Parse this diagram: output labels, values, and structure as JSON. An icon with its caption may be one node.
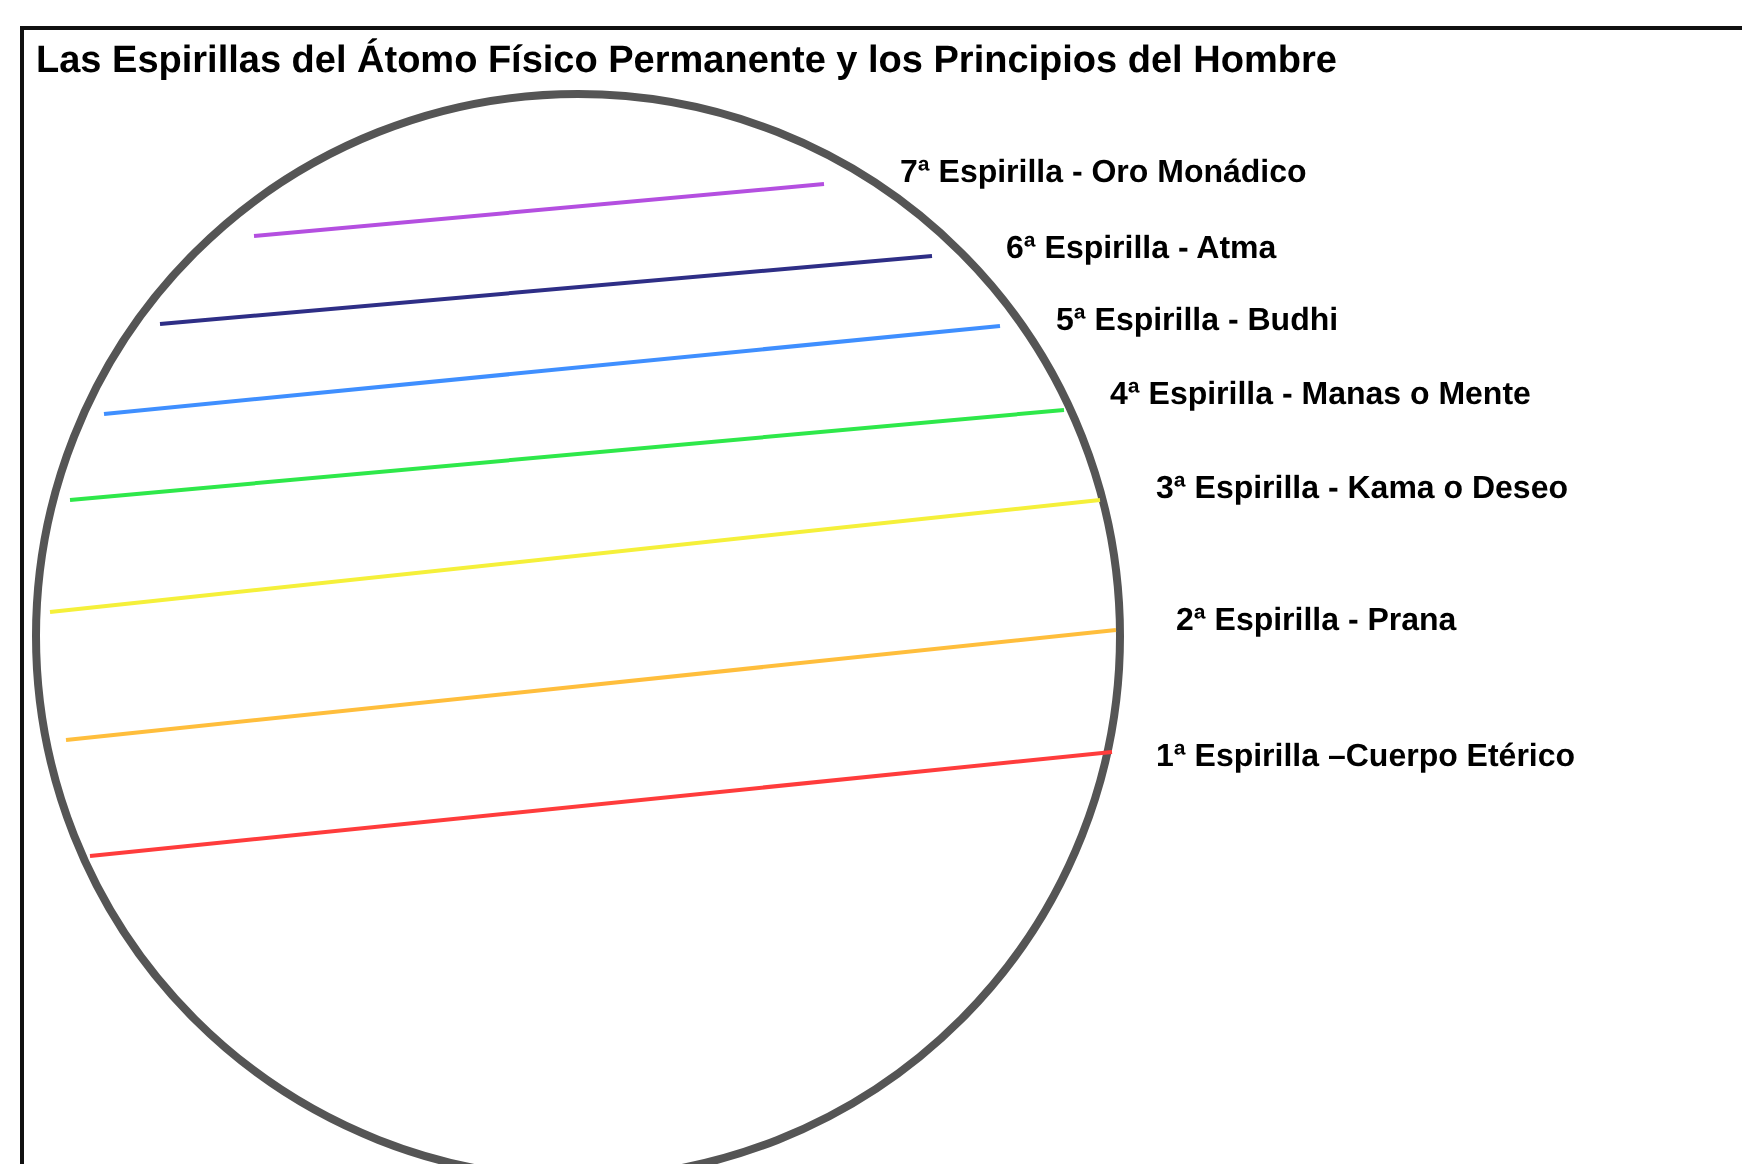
{
  "diagram": {
    "title": "Las Espirillas del Átomo Físico Permanente y los Principios del Hombre",
    "labels": [
      "7ª Espirilla - Oro Monádico",
      "6ª Espirilla - Atma",
      "5ª Espirilla - Budhi",
      "4ª Espirilla - Manas o Mente",
      "3ª Espirilla - Kama o Deseo",
      "2ª Espirilla - Prana",
      "1ª Espirilla –Cuerpo Etérico"
    ]
  }
}
